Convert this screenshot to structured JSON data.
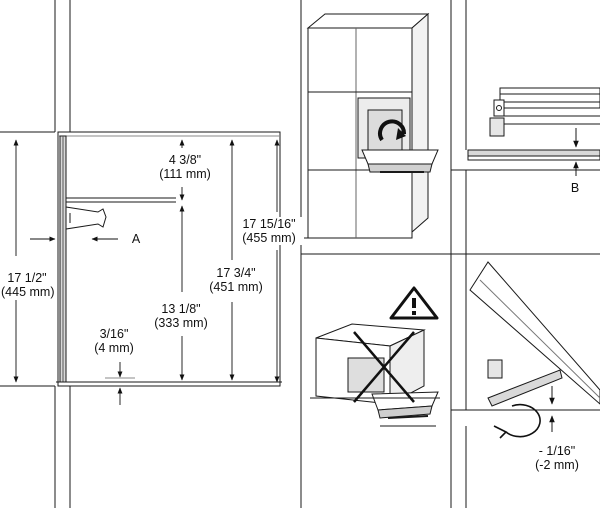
{
  "panels": {
    "main_section": {
      "dimensions": {
        "overall_height": {
          "primary": "17 1/2\"",
          "metric": "(445 mm)"
        },
        "top_offset": {
          "primary": "4 3/8\"",
          "metric": "(111 mm)"
        },
        "cabinet_height_outer": {
          "primary": "17 15/16\"",
          "metric": "(455 mm)"
        },
        "cabinet_height_inner": {
          "primary": "17 3/4\"",
          "metric": "(451 mm)"
        },
        "middle_span": {
          "primary": "13 1/8\"",
          "metric": "(333 mm)"
        },
        "bottom_gap": {
          "primary": "3/16\"",
          "metric": "(4 mm)"
        }
      },
      "callout_a": "A"
    },
    "detail_b": {
      "callout_b": "B"
    },
    "detail_door": {
      "dimension": {
        "primary": "- 1/16\"",
        "metric": "(-2 mm)"
      }
    }
  },
  "colors": {
    "line": "#1a1a1a",
    "fill": "#ffffff",
    "shade": "#d9d9d9",
    "dark": "#555555"
  },
  "icons": [
    "warning-icon",
    "cross-out-mark",
    "rotate-arrow-icon",
    "curved-arrow-icon"
  ]
}
